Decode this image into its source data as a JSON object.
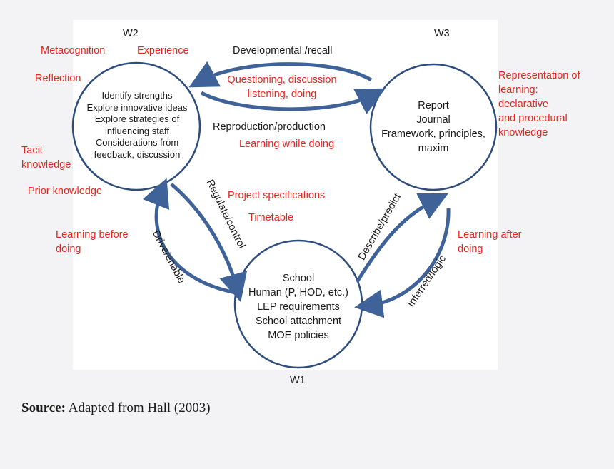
{
  "nodes": {
    "w2": {
      "label": "W2",
      "lines": [
        "Identify strengths",
        "Explore innovative ideas",
        "Explore strategies of",
        "influencing staff",
        "Considerations from",
        "feedback, discussion"
      ]
    },
    "w3": {
      "label": "W3",
      "lines": [
        "Report",
        "Journal",
        "Framework, principles,",
        "maxim"
      ]
    },
    "w1": {
      "label": "W1",
      "lines": [
        "School",
        "Human (P, HOD, etc.)",
        "LEP requirements",
        "School attachment",
        "MOE policies"
      ]
    }
  },
  "edges": {
    "developmental_recall": "Developmental /recall",
    "questioning": "Questioning, discussion",
    "listening": "listening, doing",
    "reproduction": "Reproduction/production",
    "learning_while_doing": "Learning while doing",
    "regulate_control": "Regulate/control",
    "drive_enable": "Drive/enable",
    "project_specifications": "Project specifications",
    "timetable": "Timetable",
    "describe_predict": "Describe/predict",
    "inferred_logic": "Inferred/logic"
  },
  "annotations": {
    "metacognition": "Metacognition",
    "experience": "Experience",
    "reflection": "Reflection",
    "tacit_line1": "Tacit",
    "tacit_line2": "knowledge",
    "prior_knowledge": "Prior knowledge",
    "learning_before_line1": "Learning before",
    "learning_before_line2": "doing",
    "representation_line1": "Representation of",
    "representation_line2": "learning:",
    "representation_line3": "declarative",
    "representation_line4": "and procedural",
    "representation_line5": "knowledge",
    "learning_after_line1": "Learning after",
    "learning_after_line2": "doing"
  },
  "source": {
    "label": "Source:",
    "text": " Adapted from Hall (2003)"
  },
  "colors": {
    "circle_stroke": "#2e4d7d",
    "arrow": "#3f6398",
    "annotation_red": "#e8251f",
    "text": "#1a1a1a"
  }
}
